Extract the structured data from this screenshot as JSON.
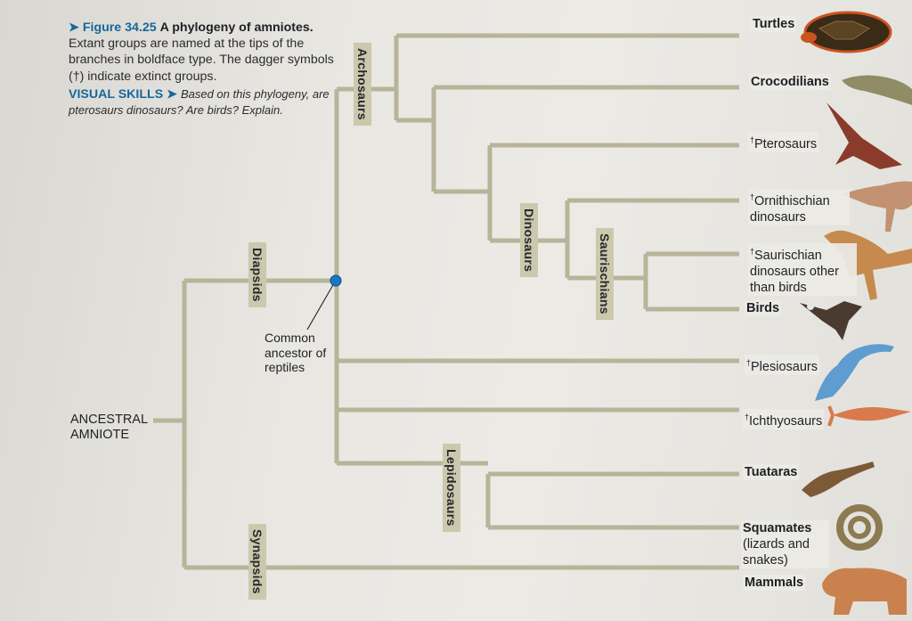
{
  "caption": {
    "arrow": "➤",
    "figure_number": "Figure 34.25",
    "title": "A phylogeny of amniotes.",
    "body": "Extant groups are named at the tips of the branches in boldface type. The dagger symbols (†) indicate extinct groups.",
    "visual_skills_label": "VISUAL SKILLS ➤",
    "visual_skills_text": "Based on this phylogeny, are pterosaurs dinosaurs? Are birds? Explain."
  },
  "root_label": "ANCESTRAL AMNIOTE",
  "callout": "Common ancestor of reptiles",
  "clade_labels": {
    "archosaurs": "Archosaurs",
    "diapsids": "Diapsids",
    "dinosaurs": "Dinosaurs",
    "saurischians": "Saurischians",
    "lepidosaurs": "Lepidosaurs",
    "synapsids": "Synapsids"
  },
  "tips": {
    "turtles": "Turtles",
    "crocodilians": "Crocodilians",
    "pterosaurs": "Pterosaurs",
    "ornithischian": "Ornithischian dinosaurs",
    "saurischian": "Saurischian dinosaurs other than birds",
    "birds": "Birds",
    "plesiosaurs": "Plesiosaurs",
    "ichthyosaurs": "Ichthyosaurs",
    "tuataras": "Tuataras",
    "squamates": "Squamates (lizards and snakes)",
    "mammals": "Mammals"
  },
  "dagger": "†",
  "colors": {
    "branch": "#b7b49a",
    "node": "#1a78c2",
    "label_band": "#cbc8ad",
    "accent": "#17679a"
  }
}
